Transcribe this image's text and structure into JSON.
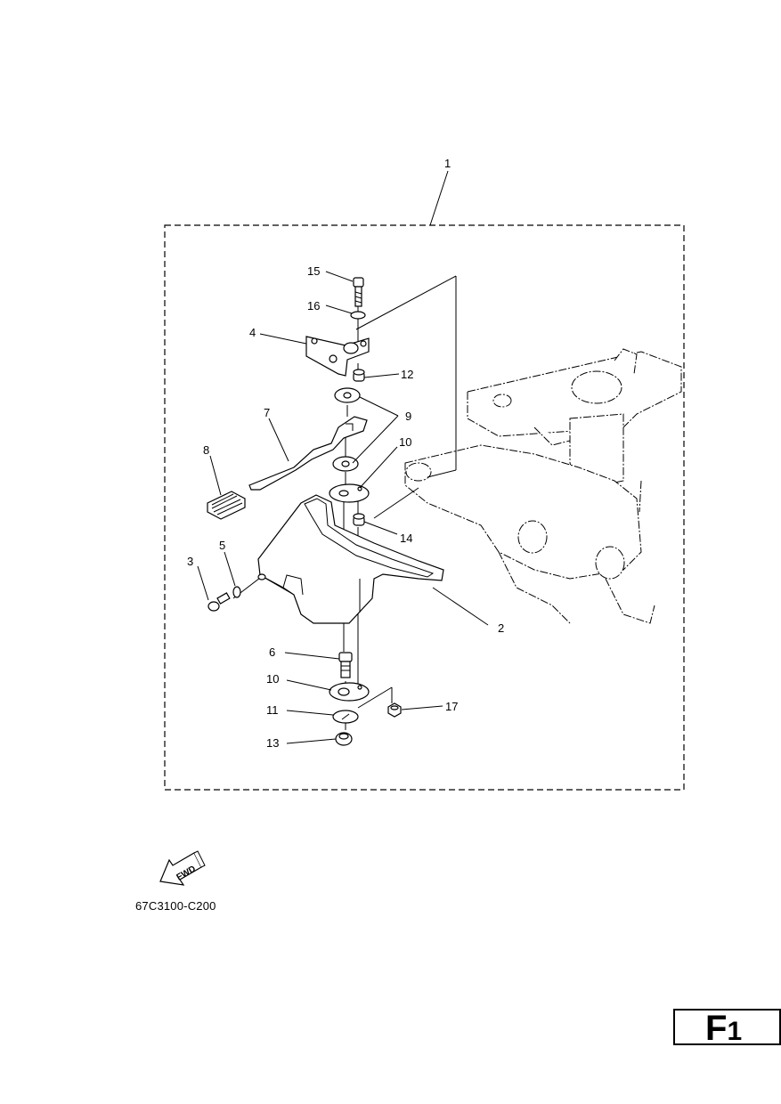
{
  "callouts": [
    {
      "id": "c1",
      "text": "1"
    },
    {
      "id": "c2",
      "text": "2"
    },
    {
      "id": "c3",
      "text": "3"
    },
    {
      "id": "c4",
      "text": "4"
    },
    {
      "id": "c5",
      "text": "5"
    },
    {
      "id": "c6",
      "text": "6"
    },
    {
      "id": "c7",
      "text": "7"
    },
    {
      "id": "c8",
      "text": "8"
    },
    {
      "id": "c9",
      "text": "9"
    },
    {
      "id": "c10a",
      "text": "10"
    },
    {
      "id": "c10b",
      "text": "10"
    },
    {
      "id": "c11",
      "text": "11"
    },
    {
      "id": "c12",
      "text": "12"
    },
    {
      "id": "c13",
      "text": "13"
    },
    {
      "id": "c14",
      "text": "14"
    },
    {
      "id": "c15",
      "text": "15"
    },
    {
      "id": "c16",
      "text": "16"
    },
    {
      "id": "c17",
      "text": "17"
    }
  ],
  "fwd_label": "FWD",
  "diagram_code": "67C3100-C200",
  "page_label_letter": "F",
  "page_label_number": "1"
}
